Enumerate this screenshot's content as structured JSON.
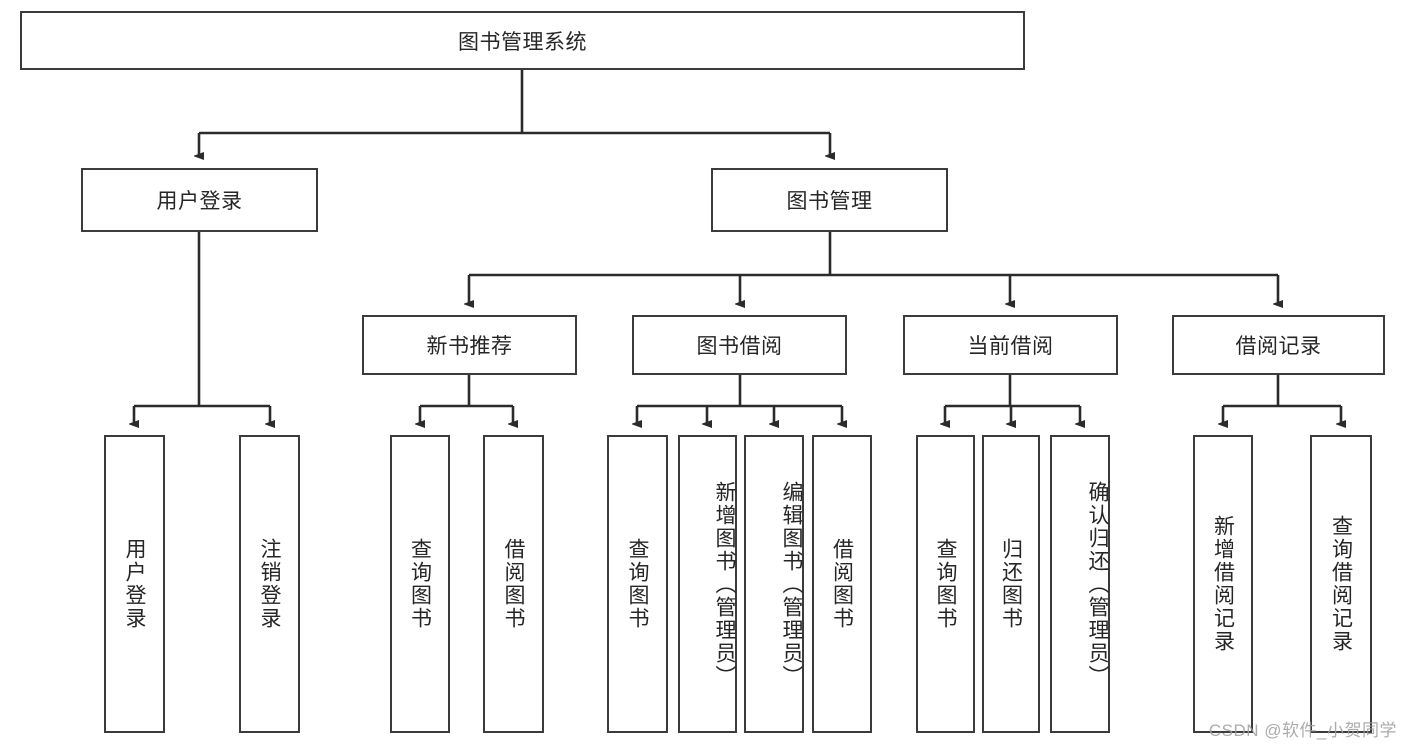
{
  "diagram": {
    "type": "tree-hierarchy",
    "title": "图书管理系统",
    "watermark": "CSDN @软件_小贺同学",
    "colors": {
      "box_border": "#3b3b3b",
      "box_fill": "#ffffff",
      "connector": "#2b2b2b",
      "text": "#262626",
      "watermark": "#9d9d9d"
    },
    "levels": {
      "root": {
        "label": "图书管理系统"
      },
      "level2": [
        {
          "label": "用户登录"
        },
        {
          "label": "图书管理"
        }
      ],
      "level3": [
        {
          "label": "新书推荐"
        },
        {
          "label": "图书借阅"
        },
        {
          "label": "当前借阅"
        },
        {
          "label": "借阅记录"
        }
      ],
      "leaves": {
        "user_login": [
          {
            "label": "用户登录"
          },
          {
            "label": "注销登录"
          }
        ],
        "new_book_recommend": [
          {
            "label": "查询图书"
          },
          {
            "label": "借阅图书"
          }
        ],
        "book_borrow": [
          {
            "label": "查询图书"
          },
          {
            "label": "新增图书（管理员）"
          },
          {
            "label": "编辑图书（管理员）"
          },
          {
            "label": "借阅图书"
          }
        ],
        "current_borrow": [
          {
            "label": "查询图书"
          },
          {
            "label": "归还图书"
          },
          {
            "label": "确认归还（管理员）"
          }
        ],
        "borrow_record": [
          {
            "label": "新增借阅记录"
          },
          {
            "label": "查询借阅记录"
          }
        ]
      }
    }
  }
}
